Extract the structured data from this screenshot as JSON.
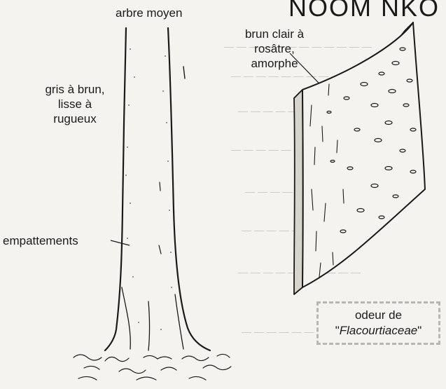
{
  "page_heading": "NOOM NKO",
  "labels": {
    "tree_size": "arbre moyen",
    "bark_color": [
      "gris à brun,",
      "lisse à",
      "rugueux"
    ],
    "buttress": "empattements",
    "slash": [
      "brun clair à",
      "rosâtre,",
      "amorphe"
    ]
  },
  "odor": {
    "line1": "odeur de",
    "species": "Flacourtiaceae"
  },
  "colors": {
    "ink": "#1a1a1a",
    "paper": "#f4f3ef",
    "box_border": "#b8b6b0",
    "ghost_text": "#c9c7c1"
  }
}
